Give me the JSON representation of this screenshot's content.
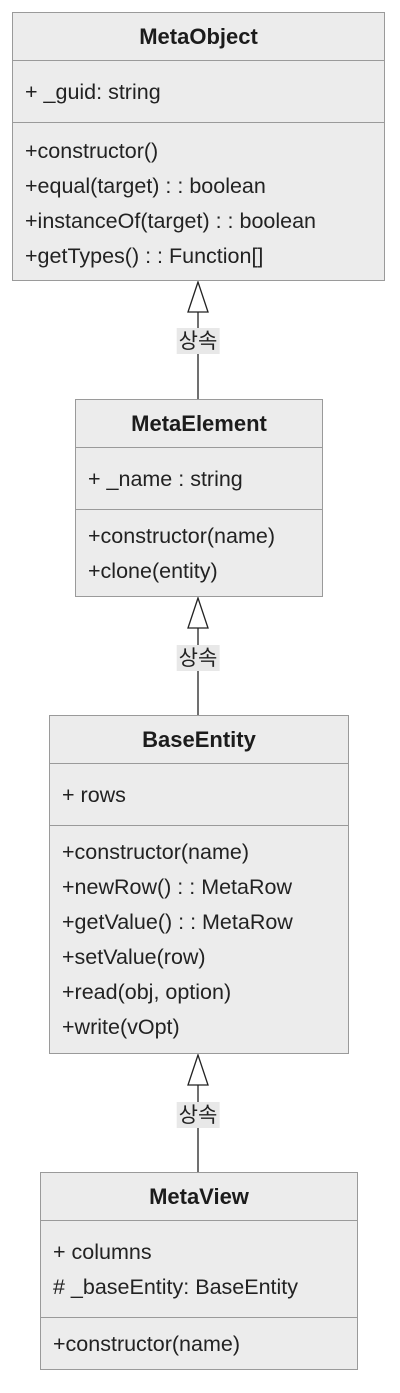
{
  "classes": [
    {
      "name": "MetaObject",
      "attributes": [
        "+ _guid: string"
      ],
      "operations": [
        "+constructor()",
        "+equal(target) : : boolean",
        "+instanceOf(target) : : boolean",
        "+getTypes() : : Function[]"
      ]
    },
    {
      "name": "MetaElement",
      "attributes": [
        "+ _name : string"
      ],
      "operations": [
        "+constructor(name)",
        "+clone(entity)"
      ]
    },
    {
      "name": "BaseEntity",
      "attributes": [
        "+ rows"
      ],
      "operations": [
        "+constructor(name)",
        "+newRow() : : MetaRow",
        "+getValue() : : MetaRow",
        "+setValue(row)",
        "+read(obj, option)",
        "+write(vOpt)"
      ]
    },
    {
      "name": "MetaView",
      "attributes": [
        "+ columns",
        "# _baseEntity: BaseEntity"
      ],
      "operations": [
        "+constructor(name)"
      ]
    }
  ],
  "relations": [
    {
      "from": "MetaElement",
      "to": "MetaObject",
      "type": "inheritance",
      "label": "상속"
    },
    {
      "from": "BaseEntity",
      "to": "MetaElement",
      "type": "inheritance",
      "label": "상속"
    },
    {
      "from": "MetaView",
      "to": "BaseEntity",
      "type": "inheritance",
      "label": "상속"
    }
  ],
  "colors": {
    "class_fill": "#ececec",
    "class_border": "#9a9a9a",
    "line": "#222222",
    "label_background": "#e8e8e8"
  }
}
